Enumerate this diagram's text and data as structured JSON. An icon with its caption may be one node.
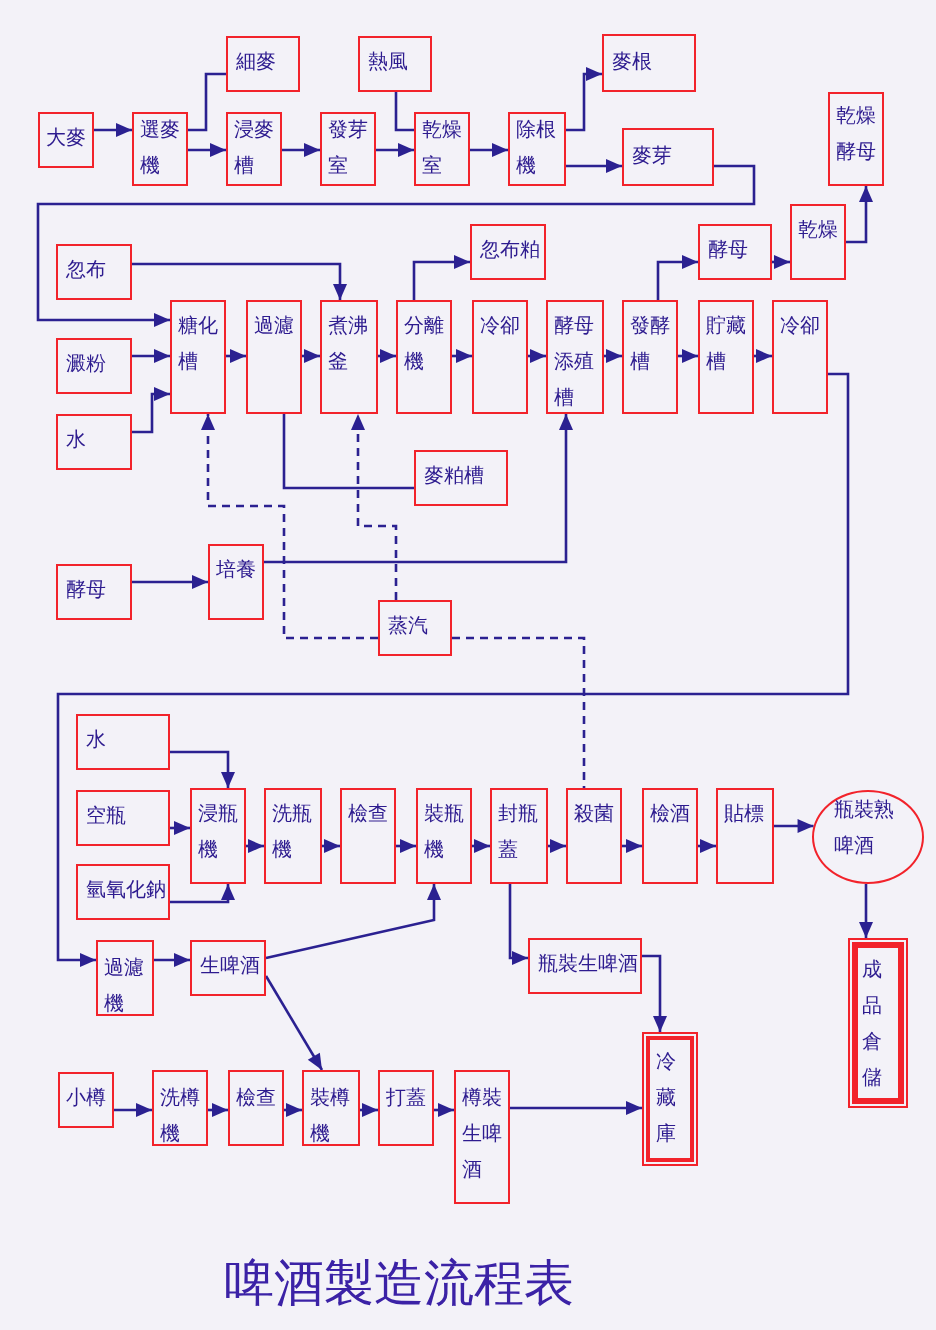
{
  "diagram": {
    "title": "啤酒製造流程表",
    "nodes": [
      {
        "text": [
          "大麥"
        ]
      },
      {
        "text": [
          "選麥機"
        ]
      },
      {
        "text": [
          "細麥"
        ]
      },
      {
        "text": [
          "浸麥槽"
        ]
      },
      {
        "text": [
          "熱風"
        ]
      },
      {
        "text": [
          "發芽室"
        ]
      },
      {
        "text": [
          "乾燥室"
        ]
      },
      {
        "text": [
          "除根機"
        ]
      },
      {
        "text": [
          "麥根"
        ]
      },
      {
        "text": [
          "麥芽"
        ]
      },
      {
        "text": [
          "乾燥酵母"
        ]
      },
      {
        "text": [
          "忽布"
        ]
      },
      {
        "text": [
          "忽布粕"
        ]
      },
      {
        "text": [
          "酵母"
        ]
      },
      {
        "text": [
          "乾燥"
        ]
      },
      {
        "text": [
          "澱粉"
        ]
      },
      {
        "text": [
          "水"
        ]
      },
      {
        "text": [
          "糖化槽"
        ]
      },
      {
        "text": [
          "過濾"
        ]
      },
      {
        "text": [
          "煮沸釜"
        ]
      },
      {
        "text": [
          "分離機"
        ]
      },
      {
        "text": [
          "冷卻"
        ]
      },
      {
        "text": [
          "酵母添殖槽"
        ]
      },
      {
        "text": [
          "發酵槽"
        ]
      },
      {
        "text": [
          "貯藏槽"
        ]
      },
      {
        "text": [
          "冷卻"
        ]
      },
      {
        "text": [
          "麥粕槽"
        ]
      },
      {
        "text": [
          "培養"
        ]
      },
      {
        "text": [
          "酵母"
        ]
      },
      {
        "text": [
          "蒸汽"
        ]
      },
      {
        "text": [
          "水"
        ]
      },
      {
        "text": [
          "空瓶"
        ]
      },
      {
        "text": [
          "氫氧化鈉"
        ]
      },
      {
        "text": [
          "浸瓶機"
        ]
      },
      {
        "text": [
          "洗瓶機"
        ]
      },
      {
        "text": [
          "檢查"
        ]
      },
      {
        "text": [
          "裝瓶機"
        ]
      },
      {
        "text": [
          "封瓶蓋"
        ]
      },
      {
        "text": [
          "殺菌"
        ]
      },
      {
        "text": [
          "檢酒"
        ]
      },
      {
        "text": [
          "貼標"
        ]
      },
      {
        "text": [
          "瓶裝熟啤酒"
        ]
      },
      {
        "text": [
          "過濾機"
        ]
      },
      {
        "text": [
          "生啤酒"
        ]
      },
      {
        "text": [
          "瓶裝生啤酒"
        ]
      },
      {
        "text": [
          "成品倉儲"
        ]
      },
      {
        "text": [
          "冷藏庫"
        ]
      },
      {
        "text": [
          "小樽"
        ]
      },
      {
        "text": [
          "洗樽機"
        ]
      },
      {
        "text": [
          "檢查"
        ]
      },
      {
        "text": [
          "裝樽機"
        ]
      },
      {
        "text": [
          "打蓋"
        ]
      },
      {
        "text": [
          "樽裝生啤酒"
        ]
      }
    ],
    "edges": [
      {
        "from": 0,
        "to": 1,
        "arrow": "to"
      },
      {
        "from": 1,
        "to": 2,
        "arrow": "none"
      },
      {
        "from": 1,
        "to": 3,
        "arrow": "to"
      },
      {
        "from": 3,
        "to": 5,
        "arrow": "to"
      },
      {
        "from": 4,
        "to": 6,
        "arrow": "none"
      },
      {
        "from": 5,
        "to": 6,
        "arrow": "to"
      },
      {
        "from": 6,
        "to": 7,
        "arrow": "to"
      },
      {
        "from": 7,
        "to": 8,
        "arrow": "to"
      },
      {
        "from": 7,
        "to": 9,
        "arrow": "to"
      },
      {
        "from": 9,
        "to": 17,
        "arrow": "to"
      },
      {
        "from": 11,
        "to": 19,
        "arrow": "to"
      },
      {
        "from": 15,
        "to": 17,
        "arrow": "to"
      },
      {
        "from": 16,
        "to": 17,
        "arrow": "to"
      },
      {
        "from": 17,
        "to": 18,
        "arrow": "to"
      },
      {
        "from": 18,
        "to": 19,
        "arrow": "to"
      },
      {
        "from": 19,
        "to": 20,
        "arrow": "to"
      },
      {
        "from": 20,
        "to": 12,
        "arrow": "to"
      },
      {
        "from": 20,
        "to": 21,
        "arrow": "to"
      },
      {
        "from": 21,
        "to": 22,
        "arrow": "to"
      },
      {
        "from": 22,
        "to": 23,
        "arrow": "to"
      },
      {
        "from": 23,
        "to": 13,
        "arrow": "to"
      },
      {
        "from": 23,
        "to": 24,
        "arrow": "to"
      },
      {
        "from": 24,
        "to": 25,
        "arrow": "to"
      },
      {
        "from": 13,
        "to": 14,
        "arrow": "to"
      },
      {
        "from": 14,
        "to": 10,
        "arrow": "to"
      },
      {
        "from": 18,
        "to": 26,
        "arrow": "none"
      },
      {
        "from": 25,
        "to": 42,
        "arrow": "to"
      },
      {
        "from": 28,
        "to": 27,
        "arrow": "to"
      },
      {
        "from": 27,
        "to": 22,
        "arrow": "to"
      },
      {
        "from": 29,
        "to": 17,
        "arrow": "to",
        "style": "dashed"
      },
      {
        "from": 29,
        "to": 19,
        "arrow": "to",
        "style": "dashed"
      },
      {
        "from": 29,
        "to": 38,
        "arrow": "none",
        "style": "dashed"
      },
      {
        "from": 30,
        "to": 33,
        "arrow": "to"
      },
      {
        "from": 31,
        "to": 33,
        "arrow": "to"
      },
      {
        "from": 32,
        "to": 33,
        "arrow": "to"
      },
      {
        "from": 33,
        "to": 34,
        "arrow": "to"
      },
      {
        "from": 34,
        "to": 35,
        "arrow": "to"
      },
      {
        "from": 35,
        "to": 36,
        "arrow": "to"
      },
      {
        "from": 36,
        "to": 37,
        "arrow": "to"
      },
      {
        "from": 37,
        "to": 38,
        "arrow": "to"
      },
      {
        "from": 38,
        "to": 39,
        "arrow": "to"
      },
      {
        "from": 39,
        "to": 40,
        "arrow": "to"
      },
      {
        "from": 40,
        "to": 41,
        "arrow": "to"
      },
      {
        "from": 41,
        "to": 45,
        "arrow": "to"
      },
      {
        "from": 37,
        "to": 44,
        "arrow": "to"
      },
      {
        "from": 44,
        "to": 46,
        "arrow": "to"
      },
      {
        "from": 42,
        "to": 43,
        "arrow": "to"
      },
      {
        "from": 43,
        "to": 36,
        "arrow": "to"
      },
      {
        "from": 43,
        "to": 50,
        "arrow": "to"
      },
      {
        "from": 47,
        "to": 48,
        "arrow": "to"
      },
      {
        "from": 48,
        "to": 49,
        "arrow": "to"
      },
      {
        "from": 49,
        "to": 50,
        "arrow": "to"
      },
      {
        "from": 50,
        "to": 51,
        "arrow": "to"
      },
      {
        "from": 51,
        "to": 52,
        "arrow": "to"
      },
      {
        "from": 52,
        "to": 46,
        "arrow": "to"
      }
    ]
  }
}
